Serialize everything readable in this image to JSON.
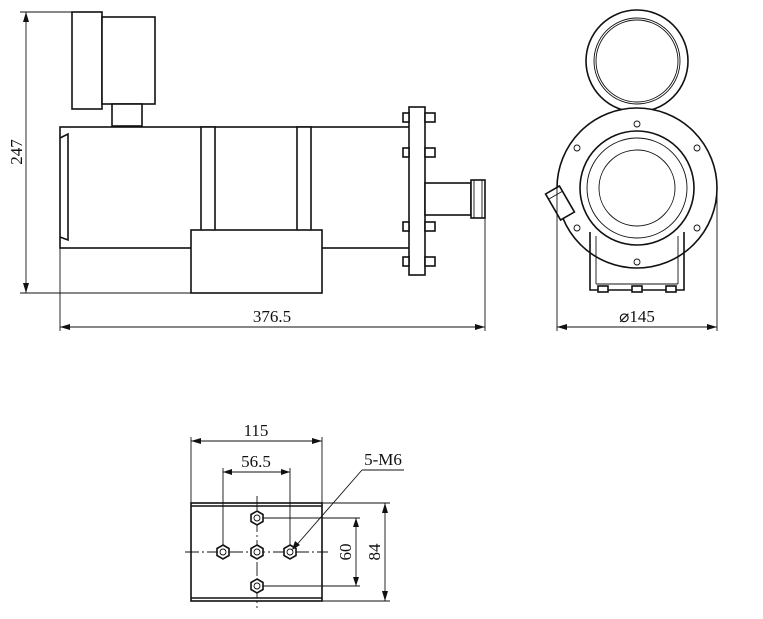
{
  "colors": {
    "line": "#111111",
    "background": "#ffffff"
  },
  "dimensions": {
    "height": "247",
    "length": "376.5",
    "diameter": "⌀145",
    "base_width": "115",
    "hole_spacing_x": "56.5",
    "thread_label": "5-M6",
    "hole_spacing_y": "60",
    "base_depth": "84"
  }
}
